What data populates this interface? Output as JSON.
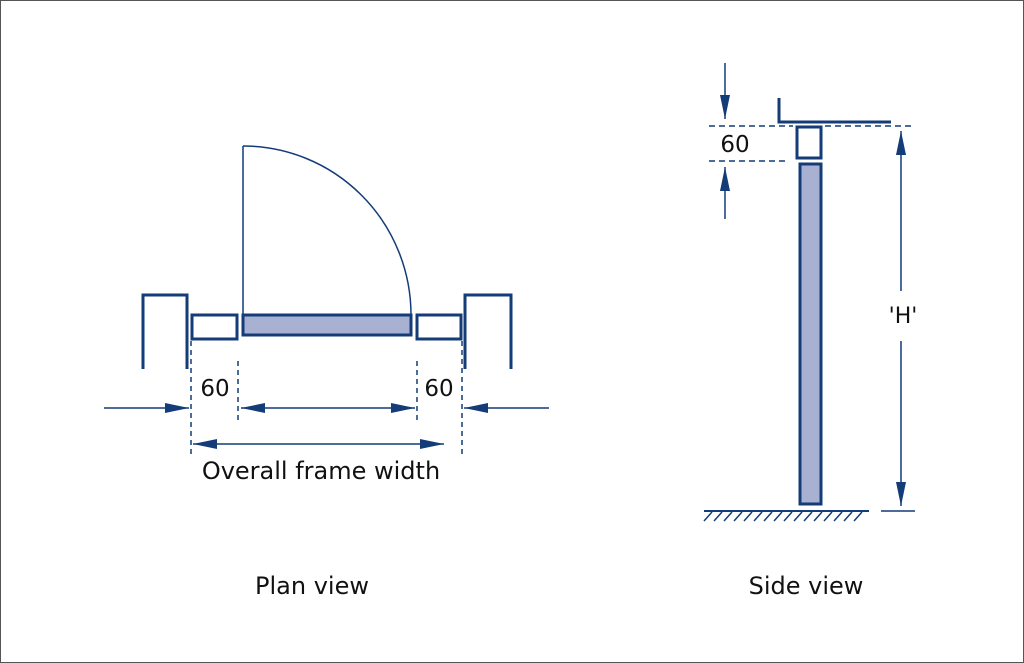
{
  "colors": {
    "line": "#143c78",
    "fill": "#a9b1d2",
    "text": "#111111"
  },
  "plan_view": {
    "title": "Plan view",
    "left_dim": "60",
    "right_dim": "60",
    "overall_label": "Overall frame width"
  },
  "side_view": {
    "title": "Side view",
    "top_dim": "60",
    "height_label": "'H'"
  }
}
